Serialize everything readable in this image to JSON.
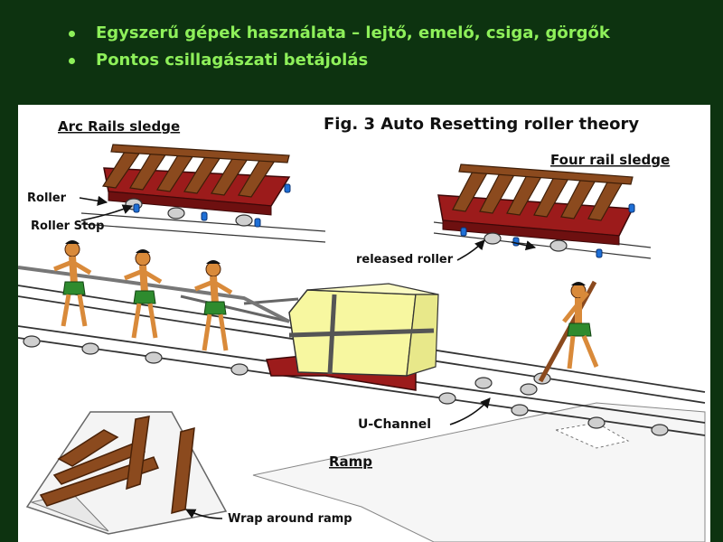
{
  "slide": {
    "bullets": [
      "Egyszerű gépek használata – lejtő, emelő, csiga, görgők",
      "Pontos csillagászati betájolás"
    ]
  },
  "figure": {
    "title": "Fig. 3  Auto Resetting roller theory",
    "labels": {
      "arc_rails_sledge": "Arc Rails sledge",
      "four_rail_sledge": "Four rail sledge",
      "roller": "Roller",
      "roller_stop": "Roller Stop",
      "released_roller": "released roller",
      "u_channel": "U-Channel",
      "ramp": "Ramp",
      "wrap_around_ramp": "Wrap around ramp"
    }
  },
  "colors": {
    "background": "#0d3310",
    "bullet_text": "#8ef05a",
    "wood": "#8b4a1e",
    "sled_red": "#9c1b1b",
    "stone_block": "#f7f7a0",
    "roller_stop_blue": "#1e6fd6",
    "skin": "#d98a3a",
    "loincloth": "#2e8b2e"
  }
}
